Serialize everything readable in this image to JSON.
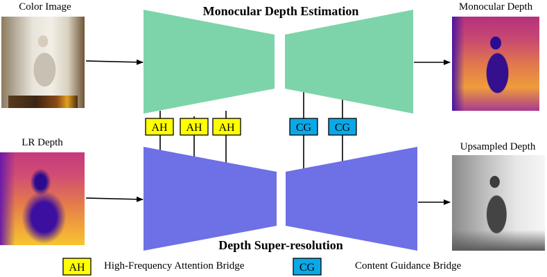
{
  "titles": {
    "top": "Monocular Depth Estimation",
    "bottom": "Depth Super-resolution"
  },
  "images": {
    "color": {
      "label": "Color Image"
    },
    "lr_depth": {
      "label": "LR Depth"
    },
    "mono_depth": {
      "label": "Monocular Depth"
    },
    "up_depth": {
      "label": "Upsampled Depth"
    }
  },
  "bridges": {
    "ah": [
      "AH",
      "AH",
      "AH"
    ],
    "cg": [
      "CG",
      "CG"
    ]
  },
  "legend": {
    "ah_tag": "AH",
    "ah_text": "High-Frequency Attention Bridge",
    "cg_tag": "CG",
    "cg_text": "Content Guidance Bridge"
  },
  "colors": {
    "mde_network": "#7ed4aa",
    "dsr_network": "#6e70e6",
    "ah_box": "#ffff00",
    "cg_box": "#0aa8e6"
  }
}
